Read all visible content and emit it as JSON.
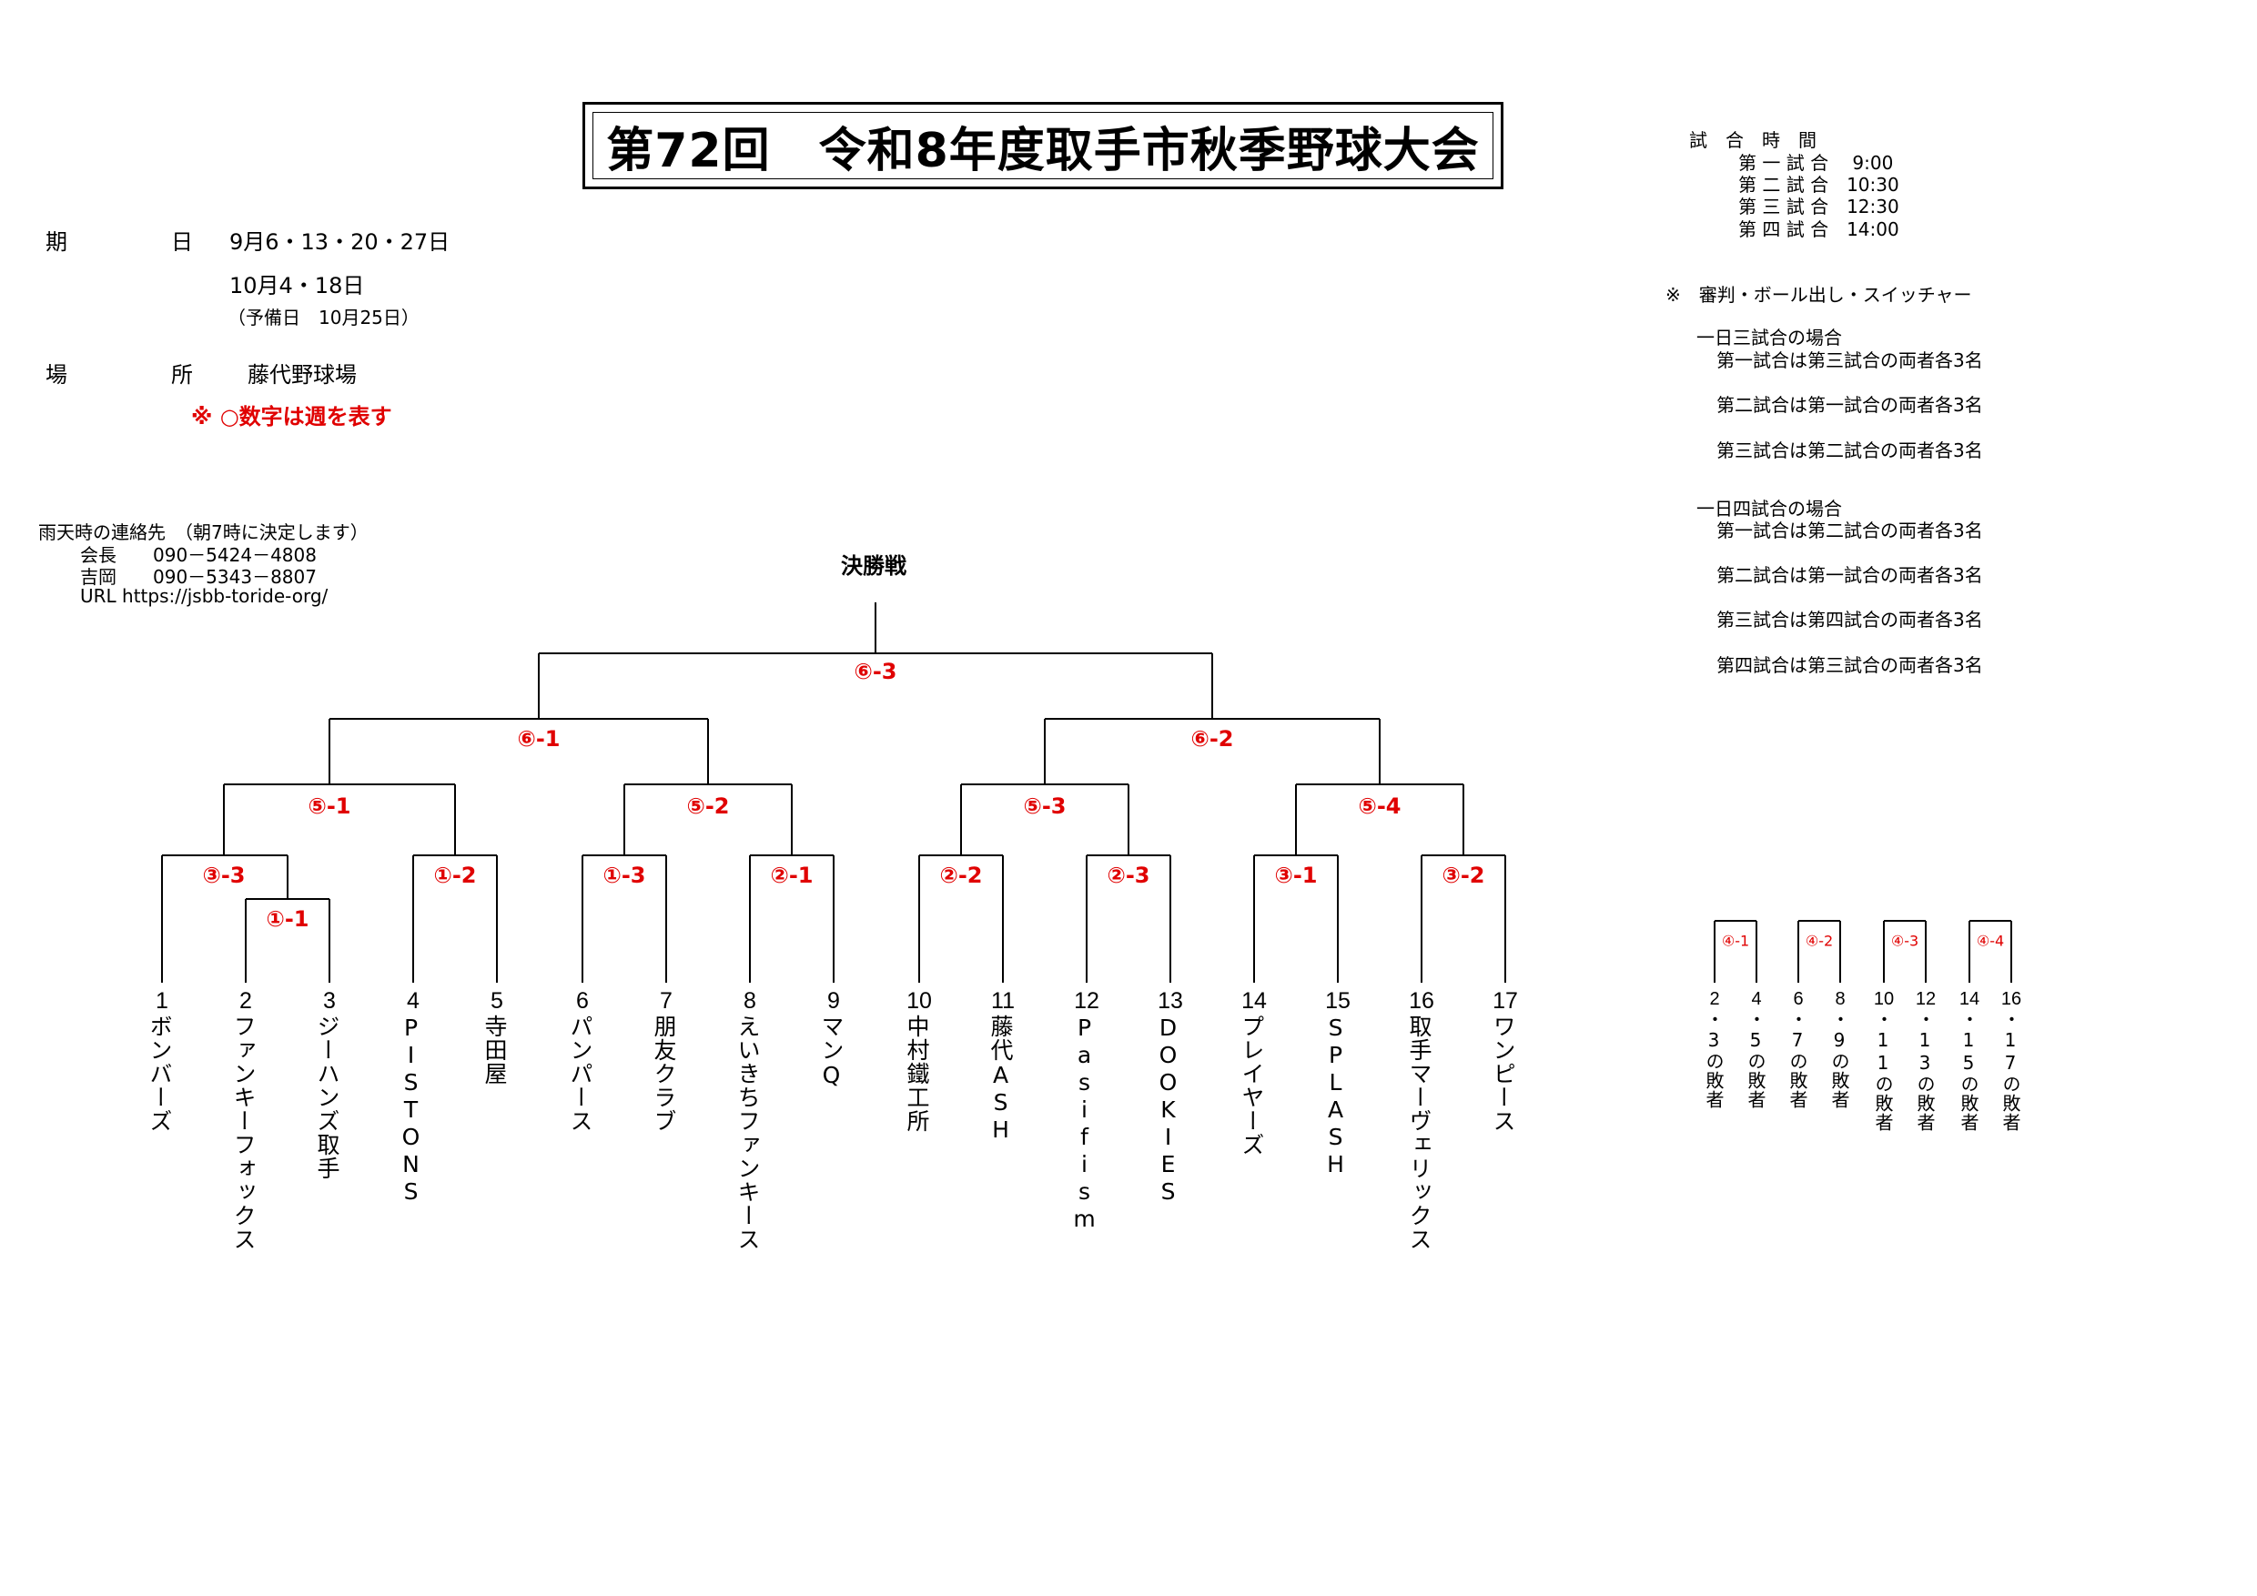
{
  "title": "第72回　令和8年度取手市秋季野球大会",
  "schedule": {
    "date_label": "期",
    "date_label2": "日",
    "dates_line1": "9月6・13・20・27日",
    "dates_line2": "10月4・18日",
    "dates_note": "（予備日　10月25日）",
    "venue_label": "場",
    "venue_label2": "所",
    "venue": "藤代野球場",
    "circle_note": "※ ○数字は週を表す"
  },
  "contact": {
    "header": "雨天時の連絡先　（朝7時に決定します）",
    "line1": "会長　　090－5424－4808",
    "line2": "吉岡　　090－5343－8807",
    "line3": "URL https://jsbb-toride-org/"
  },
  "times": {
    "header": "試　合　時　間",
    "rows": [
      "第 一 試 合　 9:00",
      "第 二 試 合　10:30",
      "第 三 試 合　12:30",
      "第 四 試 合　14:00"
    ]
  },
  "umpire": {
    "header": "※　審判・ボール出し・スイッチャー",
    "three_title": "一日三試合の場合",
    "three": [
      "第一試合は第三試合の両者各3名",
      "第二試合は第一試合の両者各3名",
      "第三試合は第二試合の両者各3名"
    ],
    "four_title": "一日四試合の場合",
    "four": [
      "第一試合は第二試合の両者各3名",
      "第二試合は第一試合の両者各3名",
      "第三試合は第四試合の両者各3名",
      "第四試合は第三試合の両者各3名"
    ]
  },
  "bracket": {
    "final_label": "決勝戦",
    "matches": {
      "m63": "⑥-3",
      "m61": "⑥-1",
      "m62": "⑥-2",
      "m51": "⑤-1",
      "m52": "⑤-2",
      "m53": "⑤-3",
      "m54": "⑤-4",
      "m33": "③-3",
      "m11": "①-1",
      "m12": "①-2",
      "m13": "①-3",
      "m21": "②-1",
      "m22": "②-2",
      "m23": "②-3",
      "m31": "③-1",
      "m32": "③-2"
    },
    "teams": [
      {
        "num": "1",
        "name": "ボンバーズ"
      },
      {
        "num": "2",
        "name": "ファンキーフォックス"
      },
      {
        "num": "3",
        "name": "ジーハンズ取手"
      },
      {
        "num": "4",
        "name": "PISTONS"
      },
      {
        "num": "5",
        "name": "寺田屋"
      },
      {
        "num": "6",
        "name": "パンパース"
      },
      {
        "num": "7",
        "name": "朋友クラブ"
      },
      {
        "num": "8",
        "name": "えいきちファンキース"
      },
      {
        "num": "9",
        "name": "マンQ"
      },
      {
        "num": "10",
        "name": "中村鐵工所"
      },
      {
        "num": "11",
        "name": "藤代ASH"
      },
      {
        "num": "12",
        "name": "Pasifism"
      },
      {
        "num": "13",
        "name": "DOOKIES"
      },
      {
        "num": "14",
        "name": "プレイヤーズ"
      },
      {
        "num": "15",
        "name": "SPLASH"
      },
      {
        "num": "16",
        "name": "取手マーヴェリックス"
      },
      {
        "num": "17",
        "name": "ワンピース"
      }
    ]
  },
  "consolation": {
    "matches": [
      "④-1",
      "④-2",
      "④-3",
      "④-4"
    ],
    "entries": [
      {
        "num": "2",
        "name": "・3の敗者"
      },
      {
        "num": "4",
        "name": "・5の敗者"
      },
      {
        "num": "6",
        "name": "・7の敗者"
      },
      {
        "num": "8",
        "name": "・9の敗者"
      },
      {
        "num": "10",
        "name": "・11の敗者"
      },
      {
        "num": "12",
        "name": "・13の敗者"
      },
      {
        "num": "14",
        "name": "・15の敗者"
      },
      {
        "num": "16",
        "name": "・17の敗者"
      }
    ]
  }
}
